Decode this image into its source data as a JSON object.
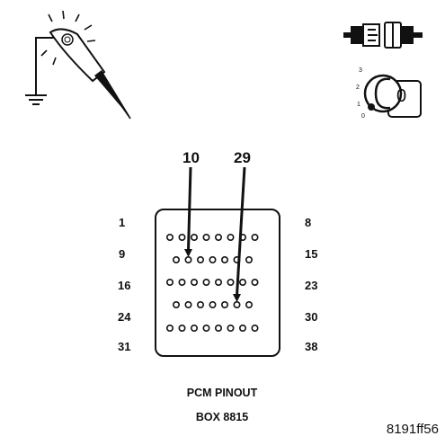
{
  "diagram": {
    "caption": {
      "line1": "PCM PINOUT",
      "line2": "BOX 8815"
    },
    "figure_id": "8191ff56",
    "probe_pins": [
      "10",
      "29"
    ],
    "left_pin_labels": [
      "1",
      "9",
      "16",
      "24",
      "31"
    ],
    "right_pin_labels": [
      "8",
      "15",
      "23",
      "30",
      "38"
    ],
    "connector_rows": [
      {
        "first_pin": 1,
        "last_pin": 8,
        "count": 8
      },
      {
        "first_pin": 9,
        "last_pin": 15,
        "count": 7
      },
      {
        "first_pin": 16,
        "last_pin": 23,
        "count": 8
      },
      {
        "first_pin": 24,
        "last_pin": 30,
        "count": 7
      },
      {
        "first_pin": 31,
        "last_pin": 38,
        "count": 8
      }
    ],
    "ignition_key": {
      "positions": [
        "3",
        "2",
        "1",
        "0"
      ],
      "key_digit": "0"
    },
    "icons": {
      "test_lamp": "test-light-probe-icon",
      "ground": "ground-symbol-icon",
      "connector": "disconnected-connector-icon",
      "ignition": "ignition-key-icon"
    }
  }
}
